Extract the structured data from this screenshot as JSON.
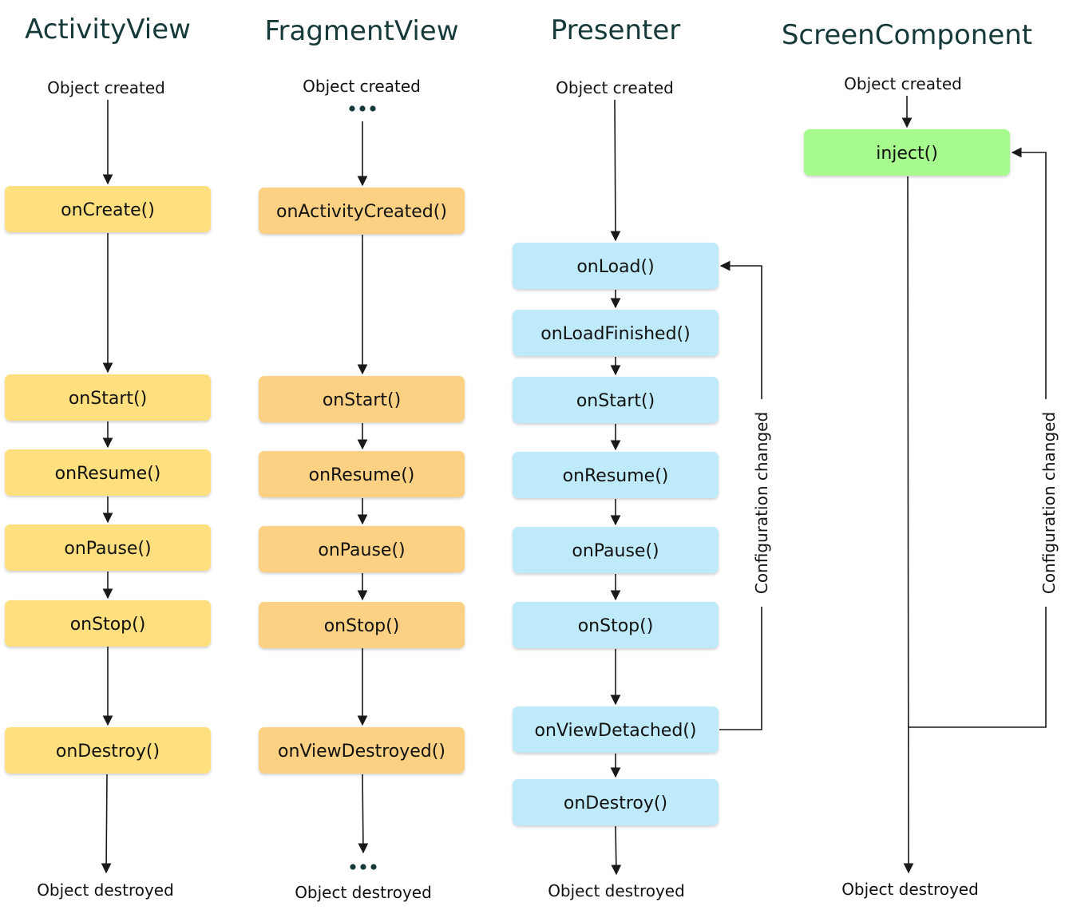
{
  "columns": {
    "activity": {
      "title": "ActivityView",
      "start": "Object created",
      "end": "Object destroyed",
      "boxes": [
        "onCreate()",
        "onStart()",
        "onResume()",
        "onPause()",
        "onStop()",
        "onDestroy()"
      ]
    },
    "fragment": {
      "title": "FragmentView",
      "start": "Object created",
      "end": "Object destroyed",
      "boxes": [
        "onActivityCreated()",
        "onStart()",
        "onResume()",
        "onPause()",
        "onStop()",
        "onViewDestroyed()"
      ]
    },
    "presenter": {
      "title": "Presenter",
      "start": "Object created",
      "end": "Object destroyed",
      "boxes": [
        "onLoad()",
        "onLoadFinished()",
        "onStart()",
        "onResume()",
        "onPause()",
        "onStop()",
        "onViewDetached()",
        "onDestroy()"
      ],
      "loop_label": "Configuration changed"
    },
    "screen": {
      "title": "ScreenComponent",
      "start": "Object created",
      "end": "Object destroyed",
      "boxes": [
        "inject()"
      ],
      "loop_label": "Configuration changed"
    }
  },
  "colors": {
    "activity_box": "#ffdf7e",
    "fragment_box": "#fdd183",
    "presenter_box": "#bfeaf9",
    "screen_box": "#a6fa8e",
    "line": "#1a1a1a",
    "title": "#163a3a"
  }
}
